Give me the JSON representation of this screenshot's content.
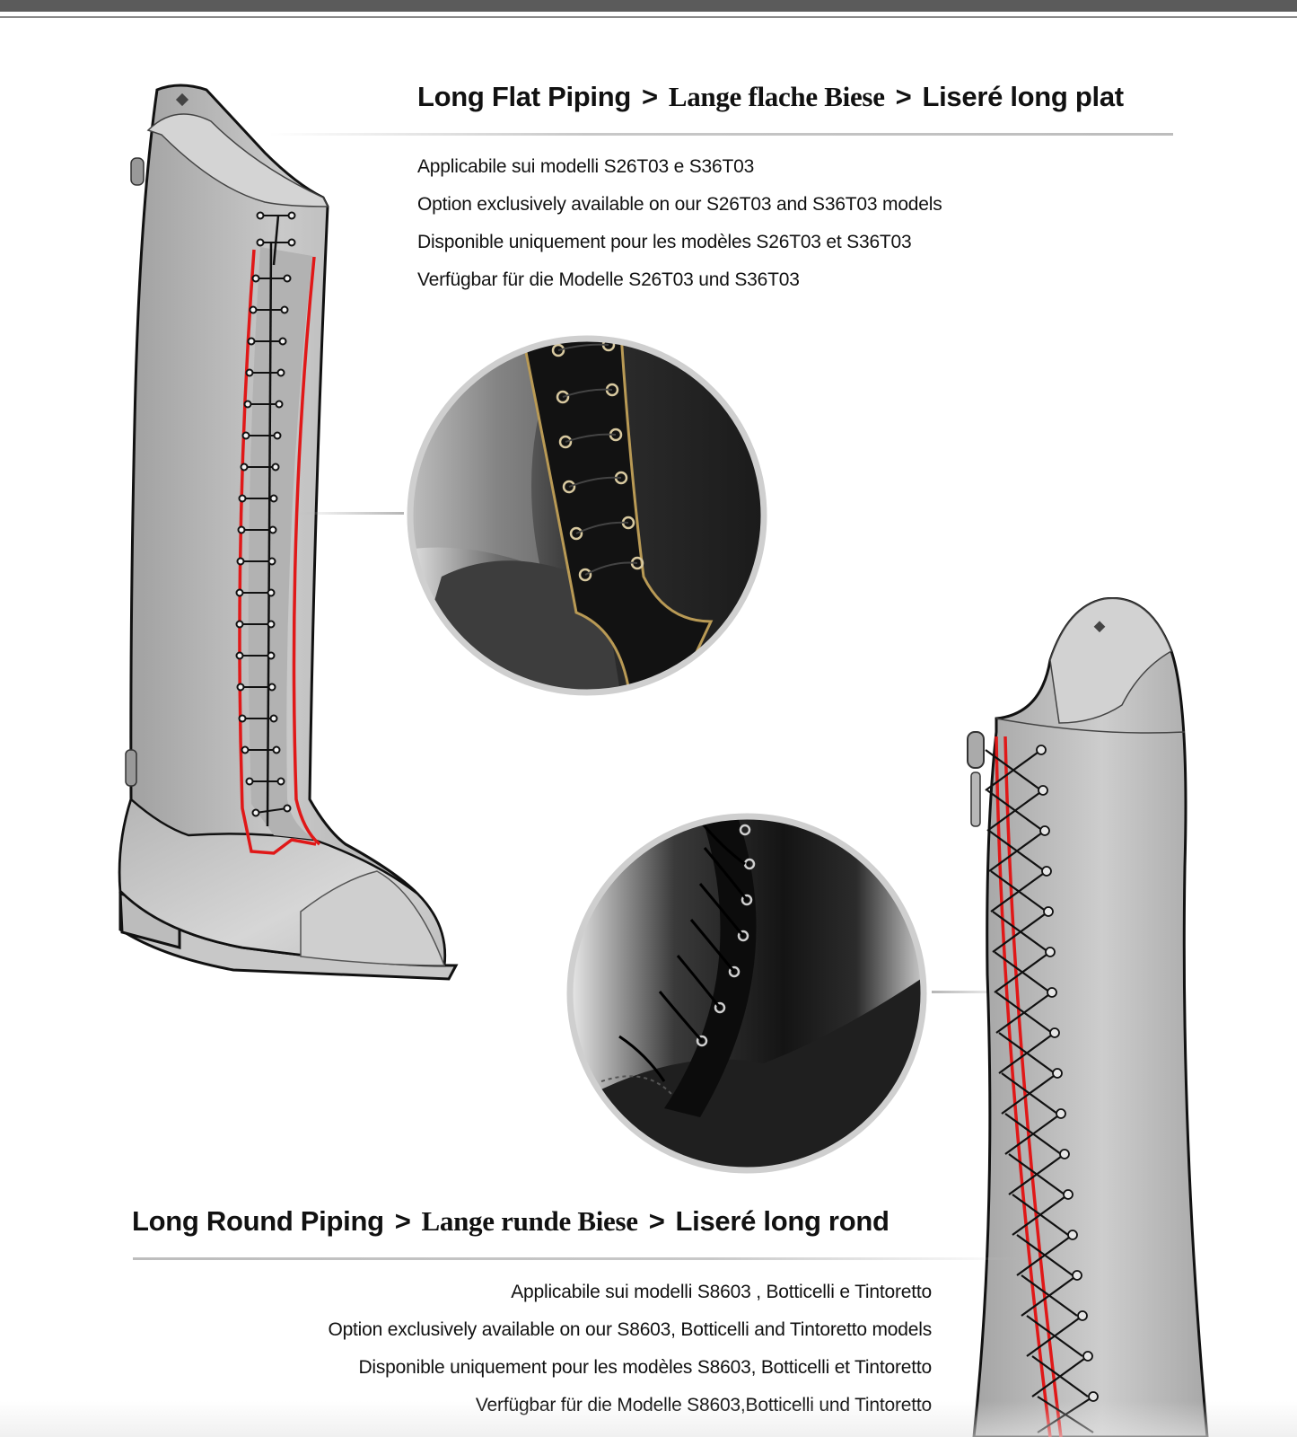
{
  "section1": {
    "title_en": "Long Flat Piping",
    "title_de": "Lange flache Biese",
    "title_fr": "Liseré long plat",
    "separator": ">",
    "lines": [
      "Applicabile sui modelli S26T03 e S36T03",
      "Option exclusively available on our S26T03 and S36T03 models",
      "Disponible uniquement pour les modèles S26T03 et S36T03",
      "Verfügbar für die Modelle S26T03 und S36T03"
    ]
  },
  "section2": {
    "title_en": "Long Round Piping",
    "title_de": "Lange runde Biese",
    "title_fr": "Liseré long rond",
    "separator": ">",
    "lines": [
      "Applicabile sui modelli S8603 , Botticelli e Tintoretto",
      "Option exclusively available on our S8603, Botticelli and Tintoretto models",
      "Disponible uniquement pour les modèles S8603, Botticelli et Tintoretto",
      "Verfügbar für die Modelle S8603,Botticelli und Tintoretto"
    ]
  },
  "colors": {
    "piping_red": "#e01818",
    "boot_grey": "#bdbdbd",
    "outline": "#111111",
    "topbar": "#5b5b5b"
  },
  "icons": [
    "boot-illustration-flat-piping",
    "boot-illustration-round-piping",
    "lace-detail-photo-flat",
    "lace-detail-photo-round"
  ]
}
